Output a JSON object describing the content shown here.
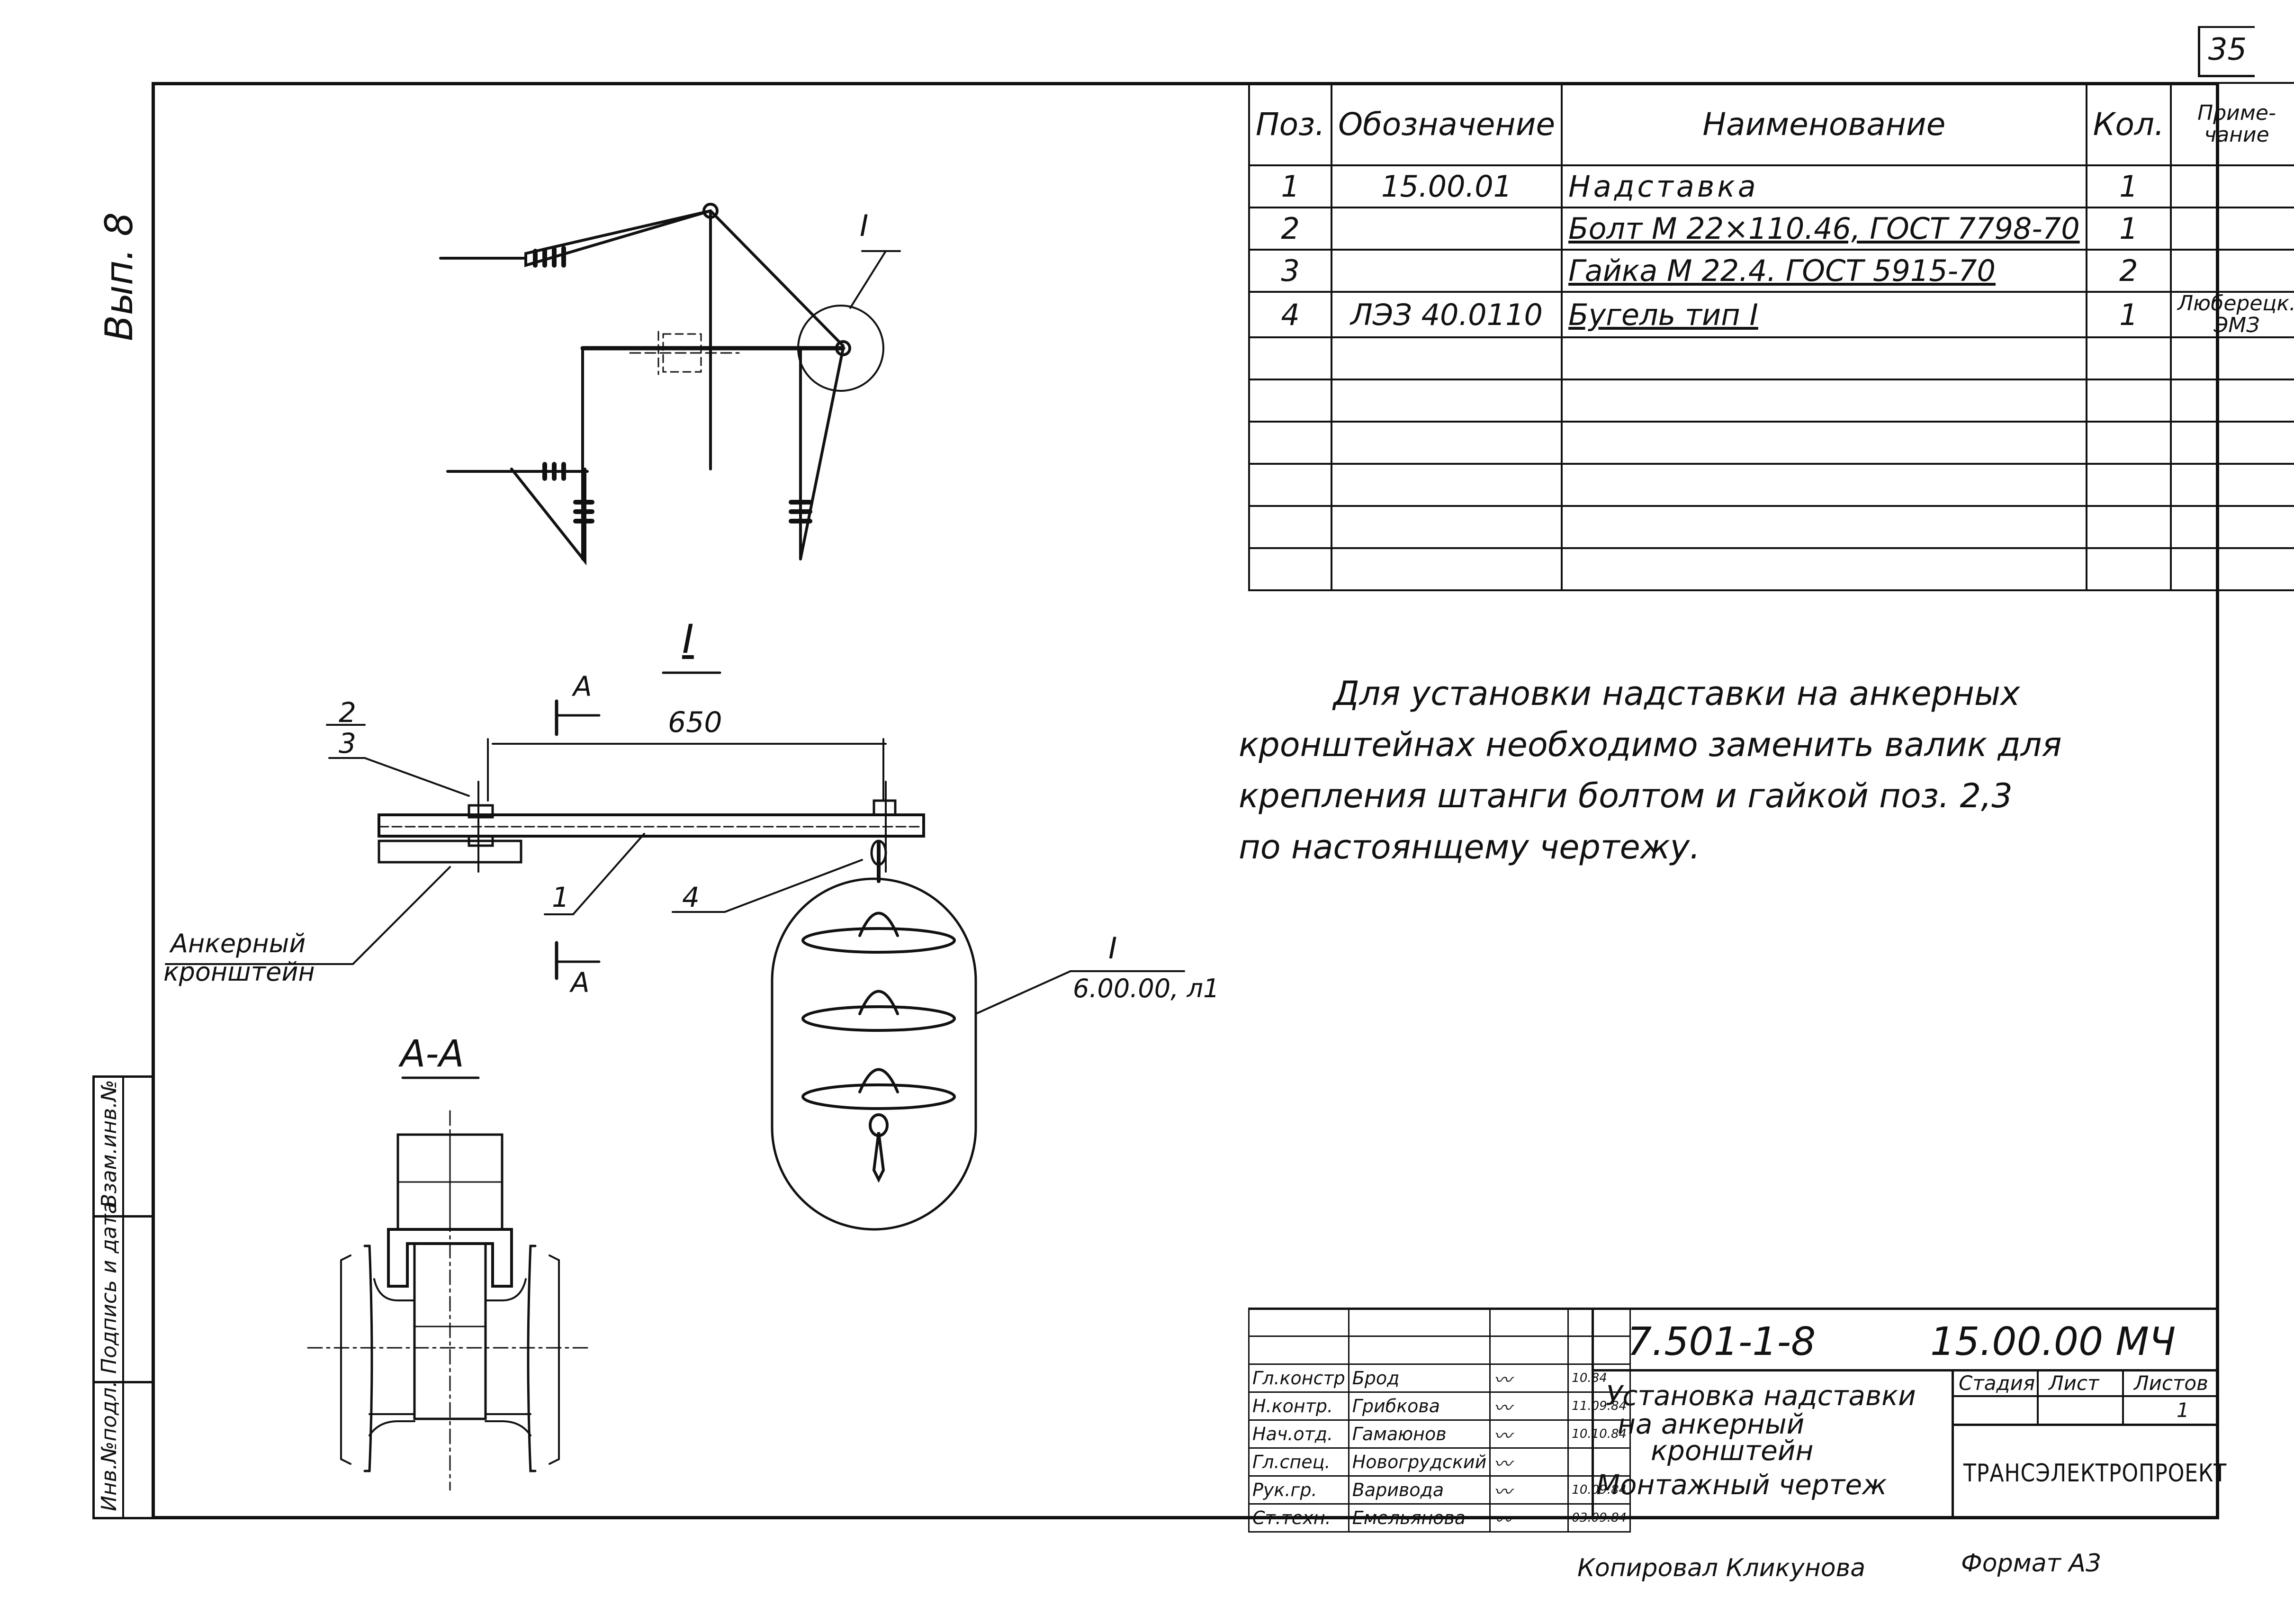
{
  "page_number": "35",
  "sheet_mark": "Вып. 8",
  "side_stamp": [
    "Инв.№подл.",
    "Подпись и дата",
    "Взам.инв.№"
  ],
  "bom": {
    "headers": {
      "pos": "Поз.",
      "designation": "Обозначение",
      "name": "Наименование",
      "qty": "Кол.",
      "note": "Приме-\nчание"
    },
    "rows": [
      {
        "pos": "1",
        "designation": "15.00.01",
        "name": "Надставка",
        "qty": "1",
        "note": ""
      },
      {
        "pos": "2",
        "designation": "",
        "name": "Болт М 22×110.46, ГОСТ 7798-70",
        "qty": "1",
        "note": ""
      },
      {
        "pos": "3",
        "designation": "",
        "name": "Гайка М 22.4. ГОСТ 5915-70",
        "qty": "2",
        "note": ""
      },
      {
        "pos": "4",
        "designation": "ЛЭЗ 40.0110",
        "name": "Бугель тип I",
        "qty": "1",
        "note": "Люберецк.\nЭМЗ"
      }
    ],
    "empty_rows": 6
  },
  "note_text": {
    "line1": "Для установки надставки на анкерных",
    "line2": "кронштейнах необходимо заменить валик для",
    "line3": "крепления штанги болтом и гайкой поз. 2,3",
    "line4": "по настоянщему чертежу."
  },
  "drawing": {
    "detail_callout": "I",
    "detail_title": "I",
    "section_mark": "А",
    "dimension": "650",
    "leader_2": "2",
    "leader_3": "3",
    "leader_1": "1",
    "leader_4": "4",
    "anchor_label_1": "Анкерный",
    "anchor_label_2": "кронштейн",
    "insulator_callout_1": "I",
    "insulator_callout_2": "6.00.00, л1",
    "section_title": "А-А"
  },
  "title_block": {
    "doc_code": "7.501-1-8",
    "doc_number": "15.00.00 МЧ",
    "title_1": "Установка надставки",
    "title_2": "на анкерный",
    "title_3": "кронштейн",
    "title_4": "Монтажный чертеж",
    "stage_label": "Стадия",
    "sheet_label": "Лист",
    "sheets_label": "Листов",
    "sheets_value": "1",
    "company": "ТРАНСЭЛЕКТРОПРОЕКТ",
    "signers": [
      {
        "role": "Гл.констр",
        "name": "Брод",
        "date": "10.84"
      },
      {
        "role": "Н.контр.",
        "name": "Грибкова",
        "date": "11.09.84"
      },
      {
        "role": "Нач.отд.",
        "name": "Гамаюнов",
        "date": "10.10.84"
      },
      {
        "role": "Гл.спец.",
        "name": "Новогрудский",
        "date": ""
      },
      {
        "role": "Рук.гр.",
        "name": "Варивода",
        "date": "10.09.84"
      },
      {
        "role": "Ст.техн.",
        "name": "Емельянова",
        "date": "03.09.84"
      }
    ]
  },
  "footer": {
    "copied": "Копировал Кликунова",
    "format": "Формат А3"
  }
}
